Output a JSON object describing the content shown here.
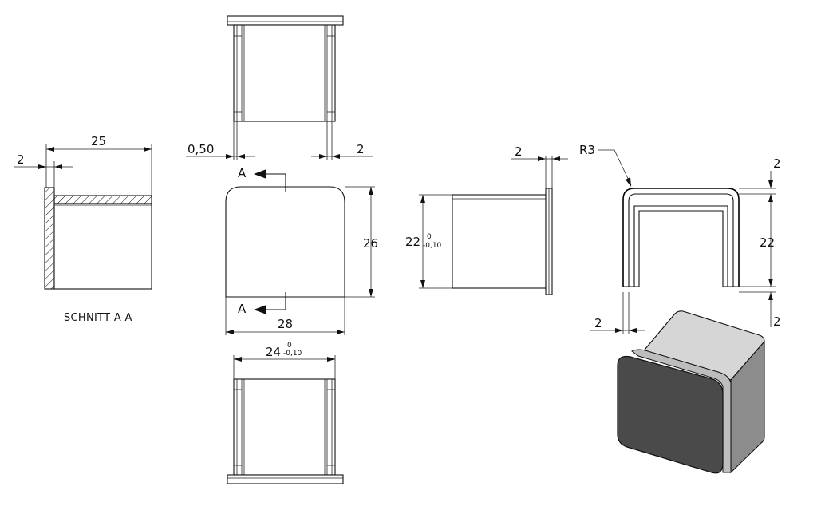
{
  "section_label": "SCHNITT A-A",
  "section_marker": "A",
  "dimensions": {
    "sec_width": "25",
    "sec_wall": "2",
    "top_wall": "0,50",
    "top_gap": "2",
    "front_width": "28",
    "front_height": "26",
    "side_height": "22",
    "side_tol_upper": "0",
    "side_tol_lower": "-0,10",
    "side_flange": "2",
    "bottom_width": "24",
    "bottom_tol_upper": "0",
    "bottom_tol_lower": "-0,10",
    "radius": "R3",
    "profile_top": "2",
    "profile_height": "22",
    "profile_bottom": "2",
    "profile_left": "2"
  },
  "colors": {
    "line": "#111111",
    "iso_front": "#4a4a4a",
    "iso_top": "#d6d6d6",
    "iso_side": "#8c8c8c"
  }
}
